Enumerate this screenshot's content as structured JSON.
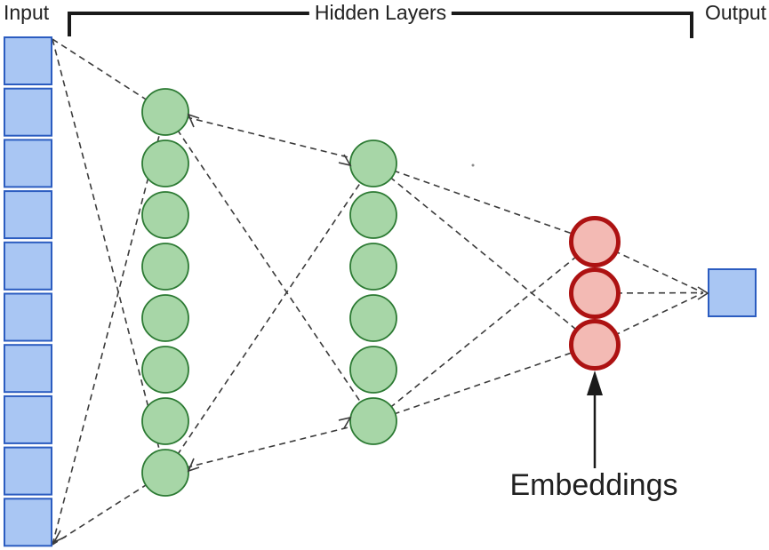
{
  "diagram": {
    "type": "neural-network-autoencoder",
    "labels": {
      "input": "Input",
      "hidden_layers": "Hidden Layers",
      "output": "Output",
      "embeddings": "Embeddings"
    },
    "layers": [
      {
        "name": "input",
        "shape": "square",
        "count": 10
      },
      {
        "name": "hidden-1",
        "shape": "circle",
        "count": 8
      },
      {
        "name": "hidden-2",
        "shape": "circle",
        "count": 6
      },
      {
        "name": "embeddings",
        "shape": "circle",
        "count": 3
      },
      {
        "name": "output",
        "shape": "square",
        "count": 1
      }
    ],
    "colors": {
      "input_fill": "#a9c6f3",
      "input_stroke": "#2b5cc0",
      "hidden_fill": "#a7d6a7",
      "hidden_stroke": "#2c7a33",
      "embedding_fill": "#f3bab4",
      "embedding_stroke": "#ad1212",
      "connector": "#3b3b3b",
      "bracket": "#1a1a1a",
      "text": "#212121"
    }
  }
}
